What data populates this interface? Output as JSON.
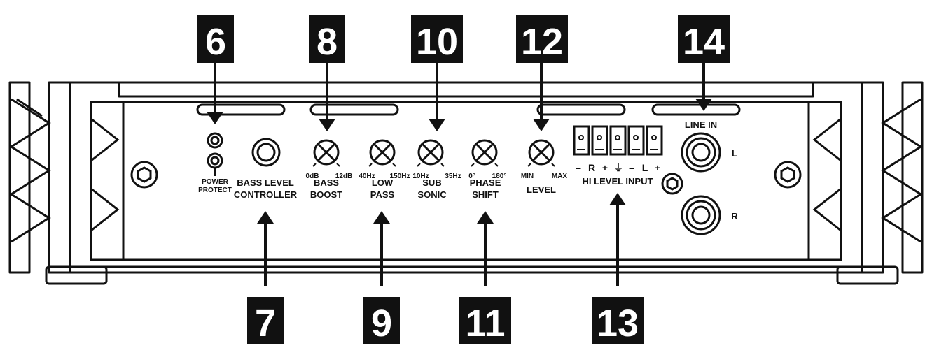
{
  "callouts": {
    "n6": "6",
    "n7": "7",
    "n8": "8",
    "n9": "9",
    "n10": "10",
    "n11": "11",
    "n12": "12",
    "n13": "13",
    "n14": "14"
  },
  "labels": {
    "power": "POWER",
    "protect": "PROTECT",
    "bass_level": "BASS LEVEL",
    "controller": "CONTROLLER",
    "bass": "BASS",
    "boost": "BOOST",
    "low": "LOW",
    "pass": "PASS",
    "sub": "SUB",
    "sonic": "SONIC",
    "phase": "PHASE",
    "shift": "SHIFT",
    "level": "LEVEL",
    "hi_level_input": "HI LEVEL INPUT",
    "line_in": "LINE IN",
    "rca_l": "L",
    "rca_r": "R"
  },
  "scales": {
    "bass_boost_min": "0dB",
    "bass_boost_max": "12dB",
    "low_pass_min": "40Hz",
    "low_pass_max": "150Hz",
    "sub_sonic_min": "10Hz",
    "sub_sonic_max": "35Hz",
    "phase_min": "0°",
    "phase_max": "180°",
    "level_min": "MIN",
    "level_max": "MAX"
  },
  "terminal_signs": [
    "–",
    "R",
    "+",
    "⏚",
    "–",
    "L",
    "+"
  ]
}
